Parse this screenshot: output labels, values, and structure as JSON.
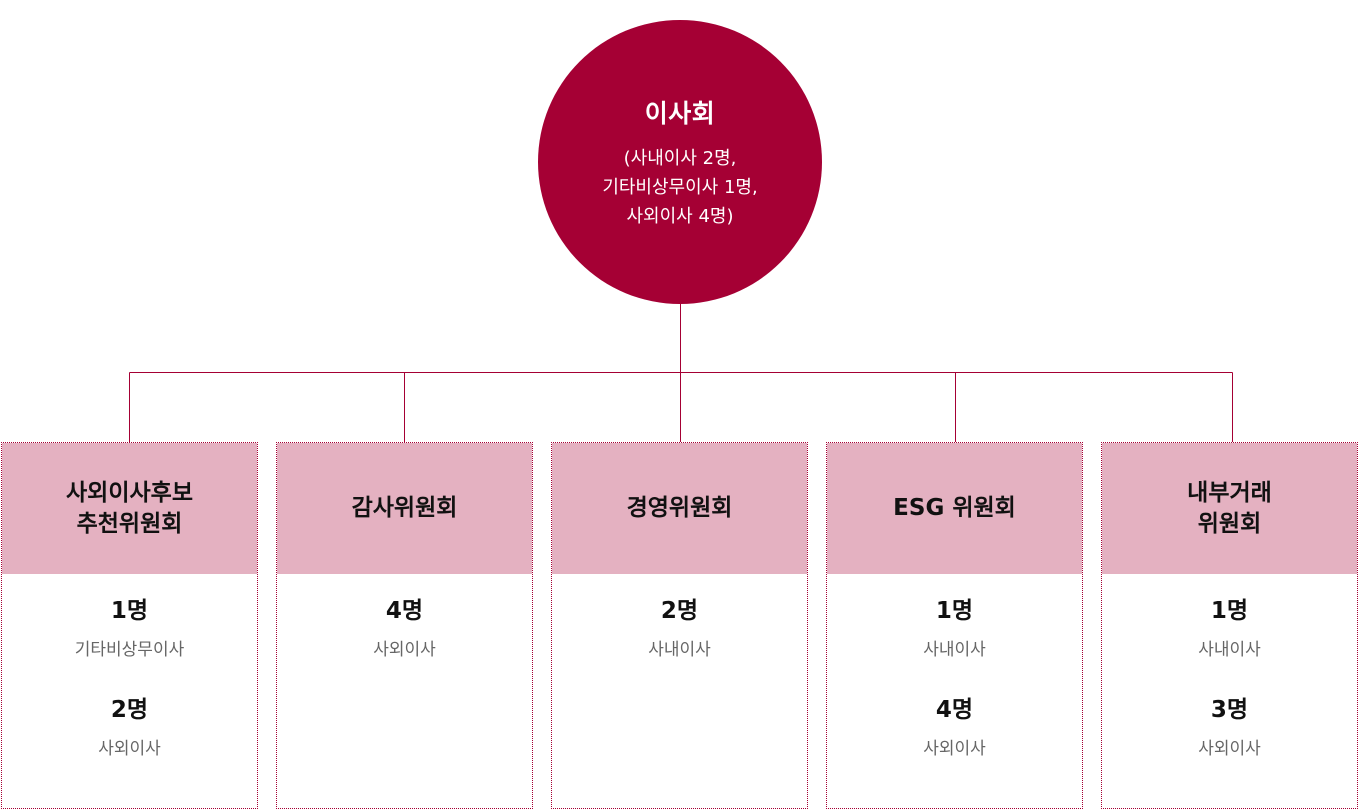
{
  "board": {
    "title": "이사회",
    "composition": [
      "(사내이사 2명,",
      "기타비상무이사 1명,",
      "사외이사 4명)"
    ]
  },
  "colors": {
    "board": "#a50034",
    "committee_header": "#e4b1c1",
    "connector": "#a50034"
  },
  "committees": [
    {
      "name_lines": [
        "사외이사후보",
        "추천위원회"
      ],
      "members": [
        {
          "count": "1명",
          "type": "기타비상무이사"
        },
        {
          "count": "2명",
          "type": "사외이사"
        }
      ]
    },
    {
      "name_lines": [
        "감사위원회"
      ],
      "members": [
        {
          "count": "4명",
          "type": "사외이사"
        }
      ]
    },
    {
      "name_lines": [
        "경영위원회"
      ],
      "members": [
        {
          "count": "2명",
          "type": "사내이사"
        }
      ]
    },
    {
      "name_lines": [
        "ESG 위원회"
      ],
      "members": [
        {
          "count": "1명",
          "type": "사내이사"
        },
        {
          "count": "4명",
          "type": "사외이사"
        }
      ]
    },
    {
      "name_lines": [
        "내부거래",
        "위원회"
      ],
      "members": [
        {
          "count": "1명",
          "type": "사내이사"
        },
        {
          "count": "3명",
          "type": "사외이사"
        }
      ]
    }
  ]
}
